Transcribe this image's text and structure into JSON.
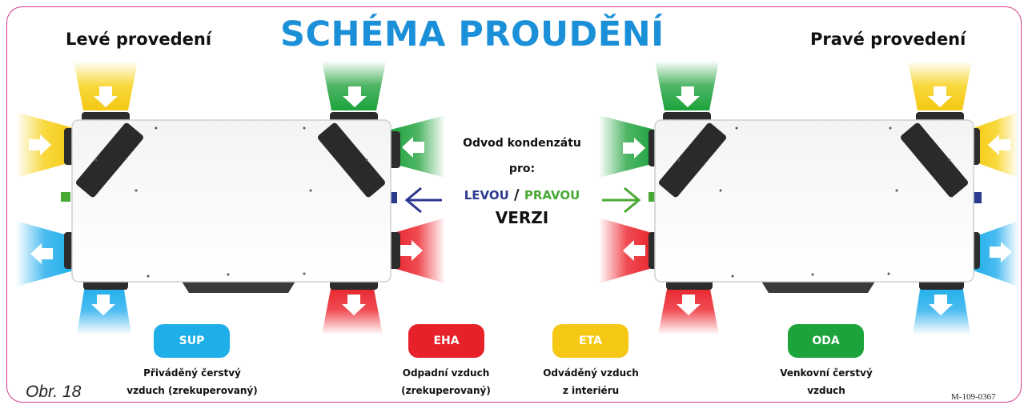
{
  "titles": {
    "main": "SCHÉMA PROUDĚNÍ",
    "left": "Levé provedení",
    "right": "Pravé provedení"
  },
  "condensate": {
    "line1": "Odvod kondenzátu",
    "line2": "pro:",
    "levou": "LEVOU",
    "slash": " / ",
    "pravou": "PRAVOU",
    "verzi": "VERZI"
  },
  "legend": [
    {
      "code": "SUP",
      "line1": "Přiváděný čerstvý",
      "line2": "vzduch (zrekuperovaný)",
      "color": "#1eaee8"
    },
    {
      "code": "EHA",
      "line1": "Odpadní vzduch",
      "line2": "(zrekuperovaný)",
      "color": "#e62129"
    },
    {
      "code": "ETA",
      "line1": "Odváděný vzduch",
      "line2": "z interiéru",
      "color": "#f4c814"
    },
    {
      "code": "ODA",
      "line1": "Venkovní čerstvý",
      "line2": "vzduch",
      "color": "#1ca33c"
    }
  ],
  "footer": {
    "figure_label": "Obr. 18",
    "doc_code": "M-109-0367"
  },
  "colors": {
    "title_blue": "#1b8fd8",
    "levou_blue": "#2b3a8f",
    "pravou_green": "#49a935",
    "frame_pink": "#d63b8a"
  }
}
